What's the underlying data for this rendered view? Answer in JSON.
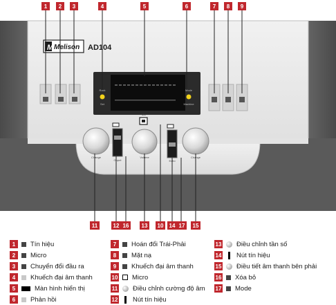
{
  "device": {
    "brand": "Melison",
    "model": "AD104",
    "indicator_left": {
      "top": "Rock",
      "bottom": "Set"
    },
    "indicator_right": {
      "top": "Mode",
      "bottom": "Machine"
    },
    "knob_left_label": "Change",
    "knob_center_label": "Volume",
    "knob_right_label": "Change",
    "center_small_label": "Mic",
    "slider_left_label": "Ouput",
    "slider_right_label": "Echo",
    "colors": {
      "panel_dark": "#5c5c5c",
      "panel_light": "#e6e6e6",
      "callout_red": "#c0272d",
      "display_bg": "#0c0c0c"
    }
  },
  "callouts_top": [
    "1",
    "2",
    "3",
    "4",
    "5",
    "6",
    "7",
    "8",
    "9"
  ],
  "callouts_bottom": [
    "11",
    "12",
    "16",
    "13",
    "10",
    "14",
    "17",
    "15"
  ],
  "legend": {
    "col1": [
      {
        "num": "1",
        "icon": "dark-square-icon",
        "label": "Tín hiệu"
      },
      {
        "num": "2",
        "icon": "dark-square-icon",
        "label": "Micro"
      },
      {
        "num": "3",
        "icon": "dark-square-icon",
        "label": "Chuyển đổi đầu ra"
      },
      {
        "num": "4",
        "icon": "light-square-icon",
        "label": "Khuếch đại âm thanh"
      },
      {
        "num": "5",
        "icon": "black-bar-icon",
        "label": "Màn hình hiển thị"
      },
      {
        "num": "6",
        "icon": "light-square-icon",
        "label": "Phản hồi"
      }
    ],
    "col2": [
      {
        "num": "7",
        "icon": "dark-square-icon",
        "label": "Hoán đổi Trái-Phải"
      },
      {
        "num": "8",
        "icon": "dark-square-icon",
        "label": "Mặt nạ"
      },
      {
        "num": "9",
        "icon": "dark-square-icon",
        "label": "Khuếch đại âm thanh"
      },
      {
        "num": "10",
        "icon": "hollow-square-icon",
        "label": "Micro"
      },
      {
        "num": "11",
        "icon": "knob-icon",
        "label": "Điều chỉnh cường độ âm"
      },
      {
        "num": "12",
        "icon": "vertical-bar-icon",
        "label": "Nút tín hiệu"
      }
    ],
    "col3": [
      {
        "num": "13",
        "icon": "knob-icon",
        "label": "Điều chỉnh tần số"
      },
      {
        "num": "14",
        "icon": "vertical-bar-icon",
        "label": "Nút tín hiệu"
      },
      {
        "num": "15",
        "icon": "knob-icon",
        "label": "Điều tiết âm thanh bên phải"
      },
      {
        "num": "16",
        "icon": "dark-square-icon",
        "label": "Xóa bỏ"
      },
      {
        "num": "17",
        "icon": "dark-square-icon",
        "label": "Mode"
      }
    ]
  }
}
